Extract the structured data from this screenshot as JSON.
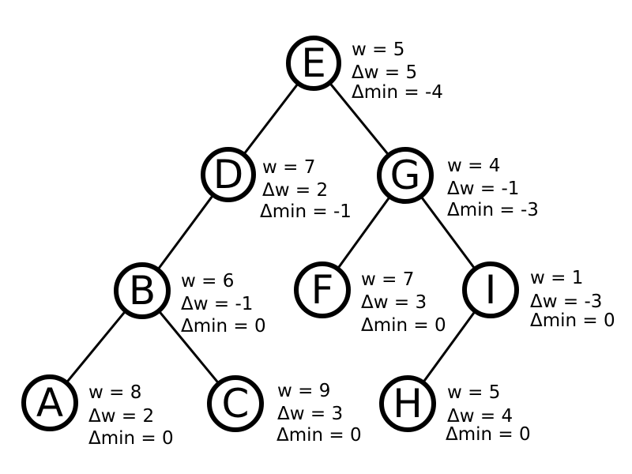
{
  "diagram": {
    "nodes": [
      {
        "id": "E",
        "label": "E",
        "w": "w = 5",
        "dw": "Δw = 5",
        "dmin": "Δmin = -4"
      },
      {
        "id": "D",
        "label": "D",
        "w": "w = 7",
        "dw": "Δw = 2",
        "dmin": "Δmin = -1"
      },
      {
        "id": "G",
        "label": "G",
        "w": "w = 4",
        "dw": "Δw = -1",
        "dmin": "Δmin = -3"
      },
      {
        "id": "B",
        "label": "B",
        "w": "w = 6",
        "dw": "Δw = -1",
        "dmin": "Δmin = 0"
      },
      {
        "id": "F",
        "label": "F",
        "w": "w = 7",
        "dw": "Δw = 3",
        "dmin": "Δmin = 0"
      },
      {
        "id": "I",
        "label": "I",
        "w": "w = 1",
        "dw": "Δw = -3",
        "dmin": "Δmin = 0"
      },
      {
        "id": "A",
        "label": "A",
        "w": "w = 8",
        "dw": "Δw = 2",
        "dmin": "Δmin = 0"
      },
      {
        "id": "C",
        "label": "C",
        "w": "w = 9",
        "dw": "Δw = 3",
        "dmin": "Δmin = 0"
      },
      {
        "id": "H",
        "label": "H",
        "w": "w = 5",
        "dw": "Δw = 4",
        "dmin": "Δmin = 0"
      }
    ],
    "edges": [
      {
        "from": "E",
        "to": "D"
      },
      {
        "from": "E",
        "to": "G"
      },
      {
        "from": "D",
        "to": "B"
      },
      {
        "from": "G",
        "to": "F"
      },
      {
        "from": "G",
        "to": "I"
      },
      {
        "from": "B",
        "to": "A"
      },
      {
        "from": "B",
        "to": "C"
      },
      {
        "from": "I",
        "to": "H"
      }
    ]
  }
}
